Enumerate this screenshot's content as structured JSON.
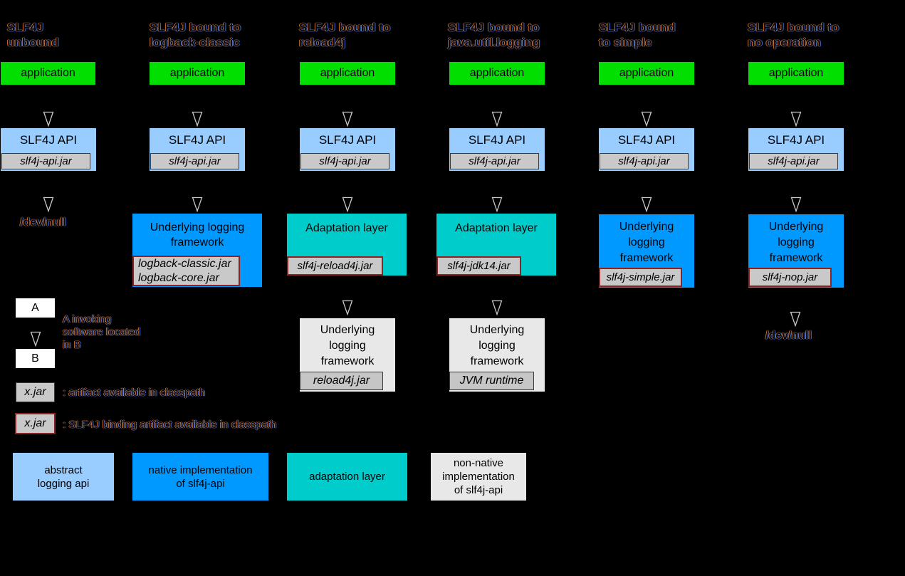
{
  "colors": {
    "background": "#000000",
    "application": "#00df00",
    "api": "#99ccff",
    "native": "#0099ff",
    "adapter": "#00cccc",
    "nonnative": "#e8e8e8",
    "jar": "#c9c9c9",
    "jar_dark": "#c6c6c6",
    "binding_border": "#8b2323",
    "white": "#ffffff",
    "arrow": "#c8c8c8"
  },
  "columns": [
    {
      "title1": "SLF4J",
      "title2": "unbound",
      "app_label": "application",
      "api_label": "SLF4J API",
      "api_jar": "slf4j-api.jar",
      "sink": "/dev/null"
    },
    {
      "title1": "SLF4J bound to",
      "title2": "logback-classic",
      "app_label": "application",
      "api_label": "SLF4J API",
      "api_jar": "slf4j-api.jar",
      "fw_label_1": "Underlying logging",
      "fw_label_2": "framework",
      "fw_jar_1": "logback-classic.jar",
      "fw_jar_2": "logback-core.jar"
    },
    {
      "title1": "SLF4J bound to",
      "title2": "reload4j",
      "app_label": "application",
      "api_label": "SLF4J API",
      "api_jar": "slf4j-api.jar",
      "adapter_label": "Adaptation layer",
      "adapter_jar": "slf4j-reload4j.jar",
      "fw_label_1": "Underlying",
      "fw_label_2": "logging",
      "fw_label_3": "framework",
      "fw_jar": "reload4j.jar"
    },
    {
      "title1": "SLF4J bound to",
      "title2": "java.util.logging",
      "app_label": "application",
      "api_label": "SLF4J API",
      "api_jar": "slf4j-api.jar",
      "adapter_label": "Adaptation layer",
      "adapter_jar": "slf4j-jdk14.jar",
      "fw_label_1": "Underlying",
      "fw_label_2": "logging",
      "fw_label_3": "framework",
      "fw_jar": "JVM runtime"
    },
    {
      "title1": "SLF4J bound",
      "title2": "to simple",
      "app_label": "application",
      "api_label": "SLF4J API",
      "api_jar": "slf4j-api.jar",
      "fw_label_1": "Underlying",
      "fw_label_2": "logging",
      "fw_label_3": "framework",
      "fw_jar": "slf4j-simple.jar"
    },
    {
      "title1": "SLF4J bound to",
      "title2": "no operation",
      "app_label": "application",
      "api_label": "SLF4J API",
      "api_jar": "slf4j-api.jar",
      "fw_label_1": "Underlying",
      "fw_label_2": "logging",
      "fw_label_3": "framework",
      "fw_jar": "slf4j-nop.jar",
      "sink": "/dev/null"
    }
  ],
  "legend": {
    "a_label": "A",
    "b_label": "B",
    "ab_text_1": "A invoking",
    "ab_text_2": "software located",
    "ab_text_3": "in B",
    "jar_sample_1": "x.jar",
    "jar_caption_1": ": artifact available in classpath",
    "jar_sample_2": "x.jar",
    "jar_caption_2": ": SLF4J binding artifact available in classpath"
  },
  "color_legend": [
    {
      "line1": "abstract",
      "line2": "logging api",
      "color": "#99ccff"
    },
    {
      "line1": "native implementation",
      "line2": "of slf4j-api",
      "color": "#0099ff"
    },
    {
      "line1": "adaptation layer",
      "color": "#00cccc"
    },
    {
      "line1": "non-native",
      "line2": "implementation",
      "line3": "of slf4j-api",
      "color": "#e8e8e8"
    }
  ]
}
